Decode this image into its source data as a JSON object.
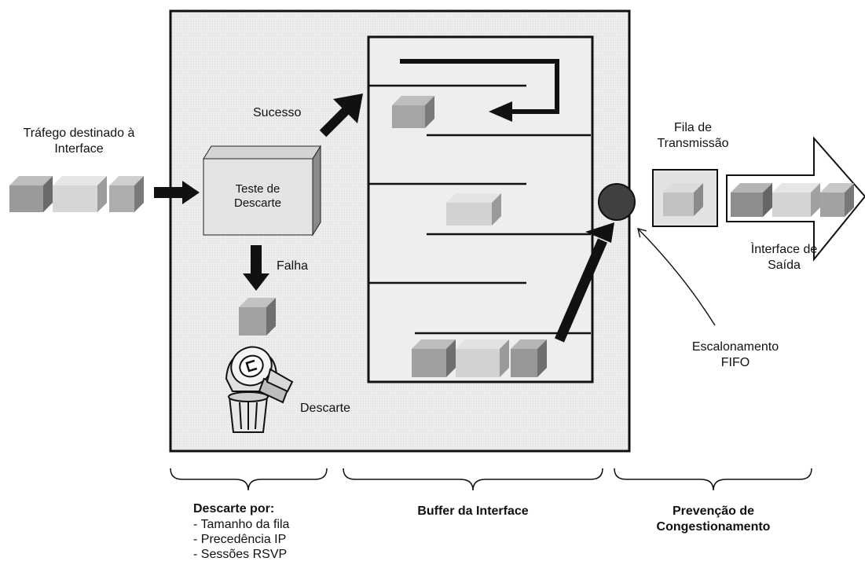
{
  "labels": {
    "incoming_traffic": [
      "Tráfego destinado à",
      "Interface"
    ],
    "drop_test": [
      "Teste de",
      "Descarte"
    ],
    "success": "Sucesso",
    "failure": "Falha",
    "discard": "Descarte",
    "transmit_queue": [
      "Fila de",
      "Transmissão"
    ],
    "output_interface": [
      "Ìnterface de",
      "Saída"
    ],
    "fifo_scheduling": [
      "Escalonamento",
      "FIFO"
    ]
  },
  "sections": {
    "drop_policy": {
      "title": "Descarte por:",
      "items": [
        "- Tamanho da fila",
        "- Precedência IP",
        "- Sessões RSVP"
      ]
    },
    "interface_buffer": "Buffer da Interface",
    "congestion_avoidance": [
      "Prevenção de",
      "Congestionamento"
    ]
  },
  "colors": {
    "panel_fill": "#ececec",
    "packet_dark": "#8e8e8e",
    "packet_light": "#d8d8d8",
    "scheduler_dot": "#404040",
    "arrow": "#111111"
  }
}
